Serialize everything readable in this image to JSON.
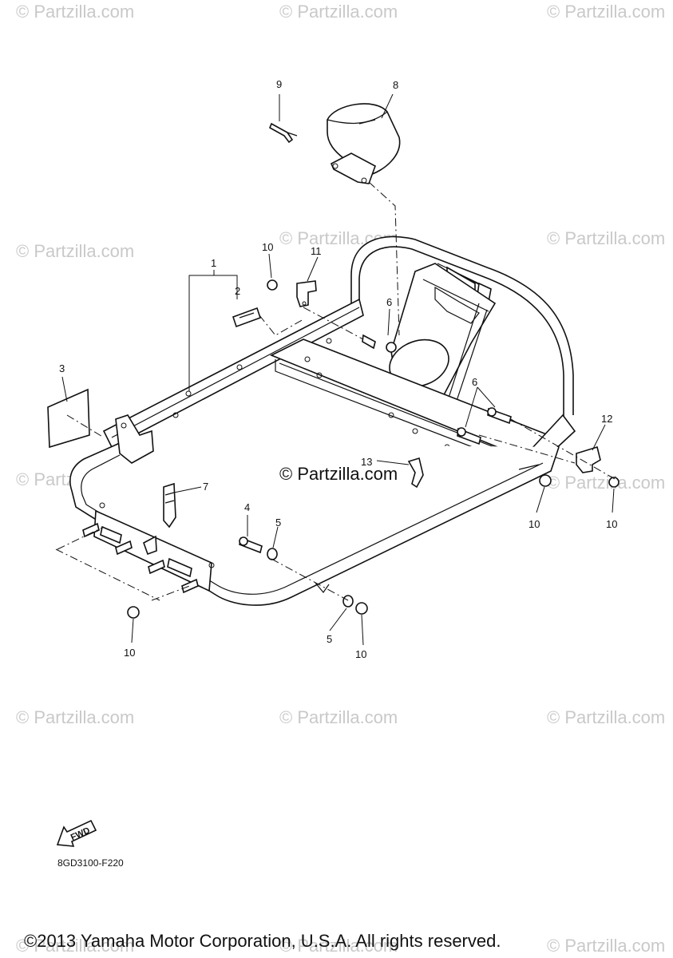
{
  "watermarks": {
    "text": "© Partzilla.com",
    "center_text": "© Partzilla.com"
  },
  "callouts": {
    "c1": "1",
    "c2": "2",
    "c3": "3",
    "c4": "4",
    "c5a": "5",
    "c5b": "5",
    "c6a": "6",
    "c6b": "6",
    "c7": "7",
    "c8": "8",
    "c9": "9",
    "c10a": "10",
    "c10b": "10",
    "c10c": "10",
    "c10d": "10",
    "c10e": "10",
    "c11": "11",
    "c12": "12",
    "c13": "13"
  },
  "fwd_label": "FWD",
  "diagram_code": "8GD3100-F220",
  "copyright": "©2013 Yamaha Motor Corporation, U.S.A. All rights reserved."
}
